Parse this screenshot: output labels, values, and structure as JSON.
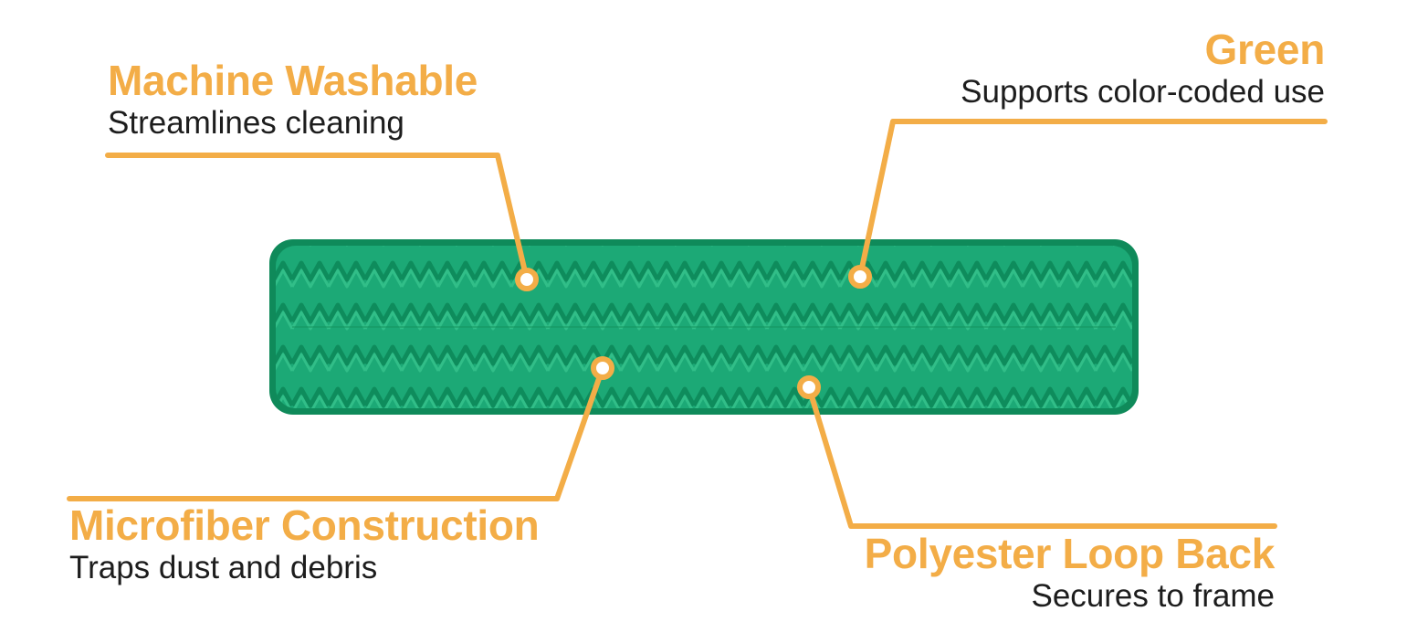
{
  "colors": {
    "accent": "#f3ad47",
    "pad_green": "#1ca976",
    "pad_border": "#0f8a5a",
    "text": "#1d1d1d"
  },
  "product": {
    "icon": "microfiber-mop-pad-icon"
  },
  "callouts": [
    {
      "title": "Machine Washable",
      "subtitle": "Streamlines cleaning"
    },
    {
      "title": "Green",
      "subtitle": "Supports color-coded use"
    },
    {
      "title": "Microfiber Construction",
      "subtitle": "Traps dust and debris"
    },
    {
      "title": "Polyester Loop Back",
      "subtitle": "Secures to frame"
    }
  ]
}
